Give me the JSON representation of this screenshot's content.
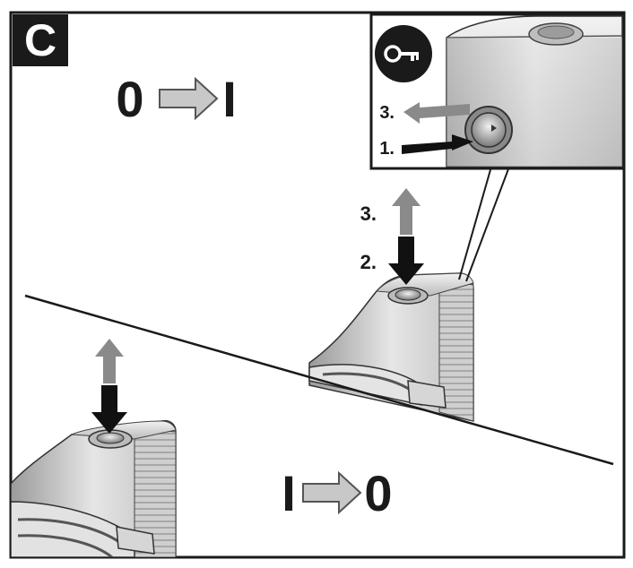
{
  "panel_letter": "C",
  "top_state": {
    "from": "0",
    "to": "I"
  },
  "bottom_state": {
    "from": "I",
    "to": "0"
  },
  "inset": {
    "icon": "key-icon",
    "steps": [
      {
        "label": "3.",
        "direction": "pull-out"
      },
      {
        "label": "1.",
        "direction": "push-in"
      }
    ]
  },
  "main_steps": [
    {
      "label": "3.",
      "direction": "up"
    },
    {
      "label": "2.",
      "direction": "down"
    }
  ],
  "colors": {
    "frame": "#1a1a1a",
    "arrow_dark": "#111111",
    "arrow_gray": "#8a8a8a",
    "state_arrow_fill": "#c8c8c8",
    "housing": "#d4d4d4"
  }
}
